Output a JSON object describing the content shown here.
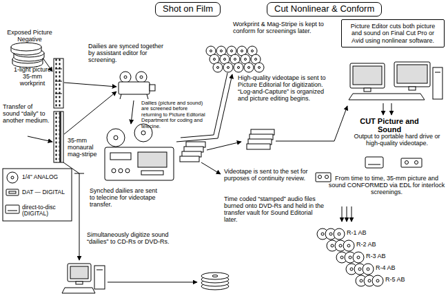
{
  "diagram": {
    "nodes": [
      {
        "text": [
          "Shot on Film"
        ]
      },
      {
        "text": [
          "Cut Nonlinear & Conform"
        ]
      },
      {
        "text": [
          "Picture Editor cuts both picture and sound on Final Cut Pro or Avid using nonlinear software."
        ]
      }
    ],
    "labels": [
      "Exposed Picture Negative",
      "1-light picture 35-mm workprint",
      "Transfer of sound “daily” to another medium.",
      "Dailies are synced together by assistant editor for screening.",
      "Dailies (picture and sound) are screened before returning to Picture Editorial Department for coding and telecine.",
      "35-mm monaural mag-stripe",
      "Synched dailies are sent to telecine for videotape transfer.",
      "Simultaneously digitize sound “dailies” to CD-Rs or DVD-Rs.",
      "Workprint & Mag-Stripe is kept to conform for screenings later.",
      "High-quality videotape is sent to Picture Editorial for digitization. “Log-and-Capture” is organized and picture editing begins.",
      "Videotape is sent to the set for purposes of continuity review.",
      "Time coded “stamped” audio files burned onto DVD-Rs and held in the transfer vault for Sound Editorial later.",
      "CUT Picture and Sound",
      "Output to portable hard drive or high-quality videotape.",
      "From time to time, 35-mm picture and sound CONFORMED via EDL for interlock screenings.",
      "R-1 AB",
      "R-2 AB",
      "R-3 AB",
      "R-4 AB",
      "R-5 AB"
    ],
    "legend": [
      {
        "text": "1/4\" ANALOG"
      },
      {
        "text": "DAT — DIGITAL"
      },
      {
        "text": "direct-to-disc (DIGITAL)"
      }
    ]
  }
}
